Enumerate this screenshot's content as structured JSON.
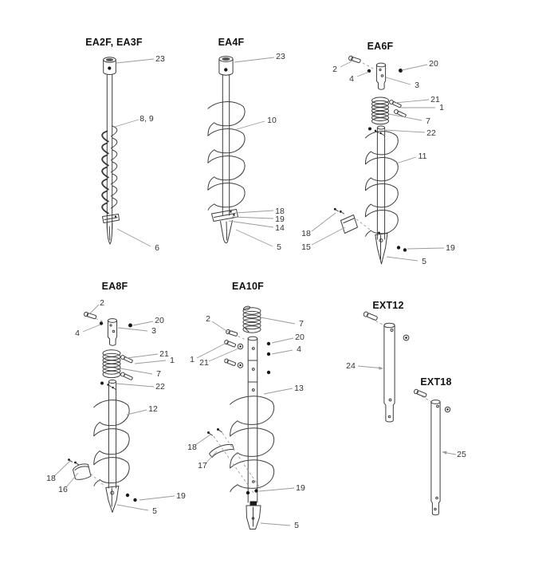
{
  "colors": {
    "line": "#3d3d3d",
    "leader": "#9b9b9b",
    "label": "#333333",
    "title": "#111111",
    "background": "#ffffff"
  },
  "figures": {
    "ea2f": {
      "title": "EA2F, EA3F",
      "callouts": {
        "23": "23",
        "89": "8, 9",
        "6": "6"
      }
    },
    "ea4f": {
      "title": "EA4F",
      "callouts": {
        "23": "23",
        "10": "10",
        "18": "18",
        "19": "19",
        "14": "14",
        "5": "5"
      }
    },
    "ea6f": {
      "title": "EA6F",
      "callouts": {
        "2": "2",
        "20": "20",
        "4": "4",
        "3": "3",
        "21": "21",
        "1": "1",
        "7": "7",
        "22": "22",
        "11": "11",
        "18": "18",
        "15": "15",
        "19": "19",
        "5": "5"
      }
    },
    "ea8f": {
      "title": "EA8F",
      "callouts": {
        "2": "2",
        "20": "20",
        "4": "4",
        "3": "3",
        "21": "21",
        "1": "1",
        "7": "7",
        "22": "22",
        "12": "12",
        "18": "18",
        "16": "16",
        "19": "19",
        "5": "5"
      }
    },
    "ea10f": {
      "title": "EA10F",
      "callouts": {
        "2": "2",
        "7": "7",
        "20": "20",
        "4": "4",
        "1": "1",
        "21": "21",
        "13": "13",
        "18": "18",
        "17": "17",
        "19": "19",
        "5": "5"
      }
    },
    "ext12": {
      "title": "EXT12",
      "callouts": {
        "24": "24"
      }
    },
    "ext18": {
      "title": "EXT18",
      "callouts": {
        "25": "25"
      }
    }
  }
}
